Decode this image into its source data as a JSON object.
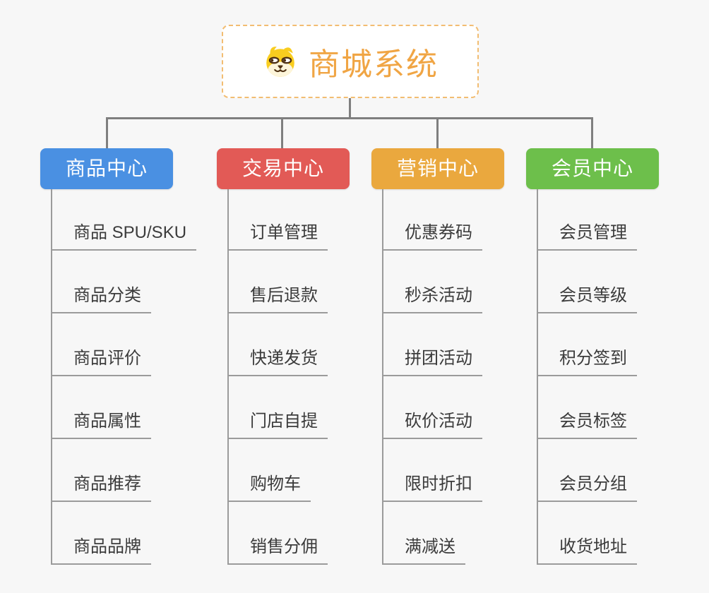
{
  "page": {
    "background_color": "#f7f7f7",
    "connector_color": "#7f7f7f",
    "line_color": "#9b9b9b"
  },
  "root": {
    "title": "商城系统",
    "icon": "doge-icon",
    "text_color": "#f0a544",
    "border_color": "#f2bd72"
  },
  "branches": [
    {
      "label": "商品中心",
      "color": "#4a90e2",
      "children": [
        "商品 SPU/SKU",
        "商品分类",
        "商品评价",
        "商品属性",
        "商品推荐",
        "商品品牌"
      ]
    },
    {
      "label": "交易中心",
      "color": "#e25a56",
      "children": [
        "订单管理",
        "售后退款",
        "快递发货",
        "门店自提",
        "购物车",
        "销售分佣"
      ]
    },
    {
      "label": "营销中心",
      "color": "#eaa83e",
      "children": [
        "优惠券码",
        "秒杀活动",
        "拼团活动",
        "砍价活动",
        "限时折扣",
        "满减送"
      ]
    },
    {
      "label": "会员中心",
      "color": "#6dbf4b",
      "children": [
        "会员管理",
        "会员等级",
        "积分签到",
        "会员标签",
        "会员分组",
        "收货地址"
      ]
    }
  ]
}
